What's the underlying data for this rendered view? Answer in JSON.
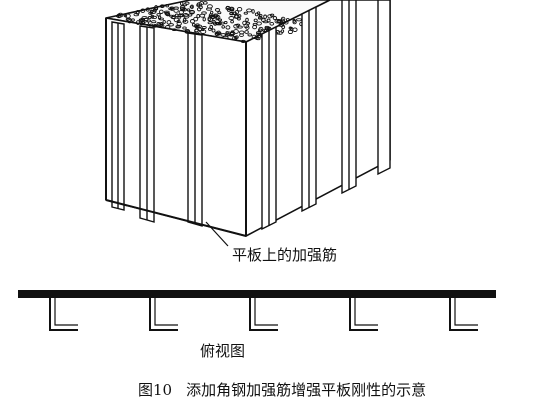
{
  "labels": {
    "plate_rib": "平板上的加强筋",
    "top_view": "俯视图"
  },
  "caption": {
    "number": "图10",
    "text": "添加角钢加强筋增强平板刚性的示意"
  },
  "colors": {
    "ink": "#111111",
    "background": "#ffffff"
  },
  "top_view_angles": 5
}
